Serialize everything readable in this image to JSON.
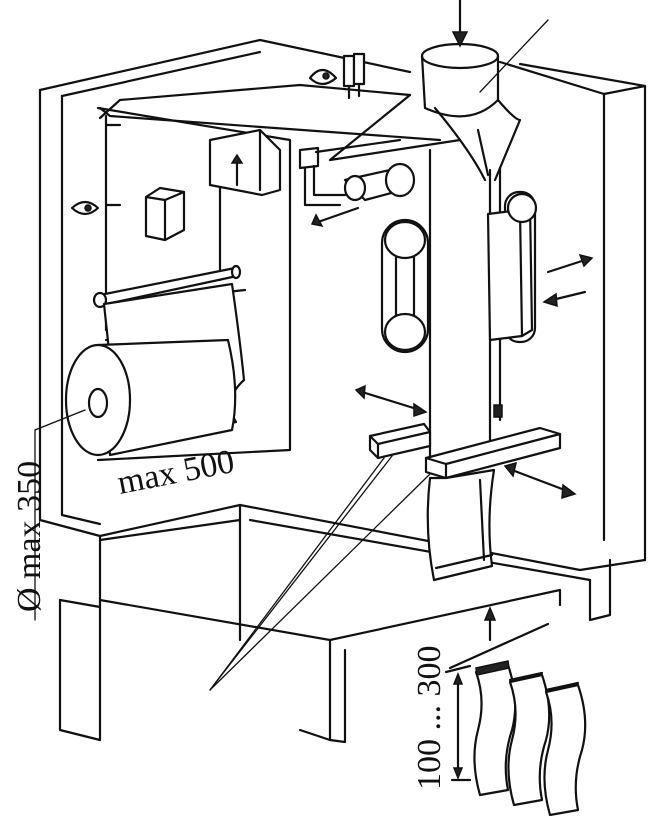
{
  "labels": {
    "roll_width": "max 500",
    "roll_diameter": "Ø max 350",
    "bag_length": "100 ... 300"
  }
}
